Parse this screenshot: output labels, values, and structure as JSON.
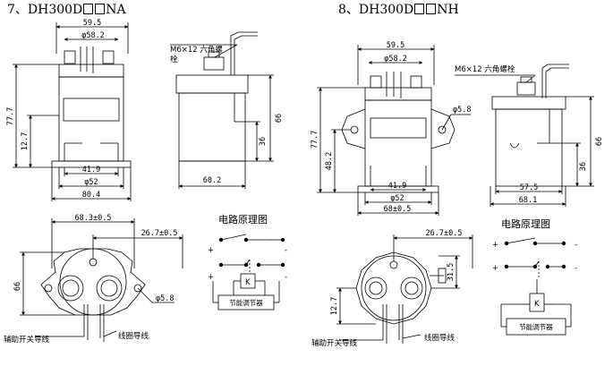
{
  "headers": {
    "left": {
      "prefix": "7、DH300D",
      "suffix": "NA"
    },
    "right": {
      "prefix": "8、DH300D",
      "suffix": "NH"
    }
  },
  "left": {
    "top_width": "59.5",
    "bolt_dia": "φ58.2",
    "bolt_note_line1": "M6×12 六角螺",
    "bolt_note_line2": "栓",
    "height_total": "77.7",
    "height_mid": "12.7",
    "inner_width": "41.9",
    "body_dia": "φ52",
    "base_width": "80.4",
    "side_height": "66",
    "side_mid": "36",
    "side_width": "60.2",
    "bottom_span": "68.3±0.5",
    "bottom_offset": "26.7±0.5",
    "bottom_height": "66",
    "hole_dia": "φ5.8",
    "aux_lead": "辅助开关导线",
    "coil_lead": "线圈导线",
    "circuit_title": "电路原理图",
    "circuit_k": "K",
    "circuit_module": "节能调节器",
    "plus": "+",
    "minus": "-"
  },
  "right": {
    "top_width": "59.5",
    "bolt_dia": "φ58.2",
    "bolt_note": "M6×12 六角螺栓",
    "height_total": "77.7",
    "height_mid": "48.2",
    "hole_dia": "φ5.8",
    "inner_width": "41.9",
    "body_dia": "φ52",
    "base_width": "68±0.5",
    "side_height": "66",
    "side_mid": "36",
    "side_width1": "57.5",
    "side_width2": "68.1",
    "bottom_offset": "26.7±0.5",
    "bottom_h1": "31.5",
    "bottom_h2": "12.7",
    "aux_lead": "辅助开关导线",
    "coil_lead": "线圈导线",
    "circuit_title": "电路原理图",
    "circuit_k": "K",
    "circuit_module": "节能调节器",
    "plus": "+",
    "minus": "-"
  }
}
